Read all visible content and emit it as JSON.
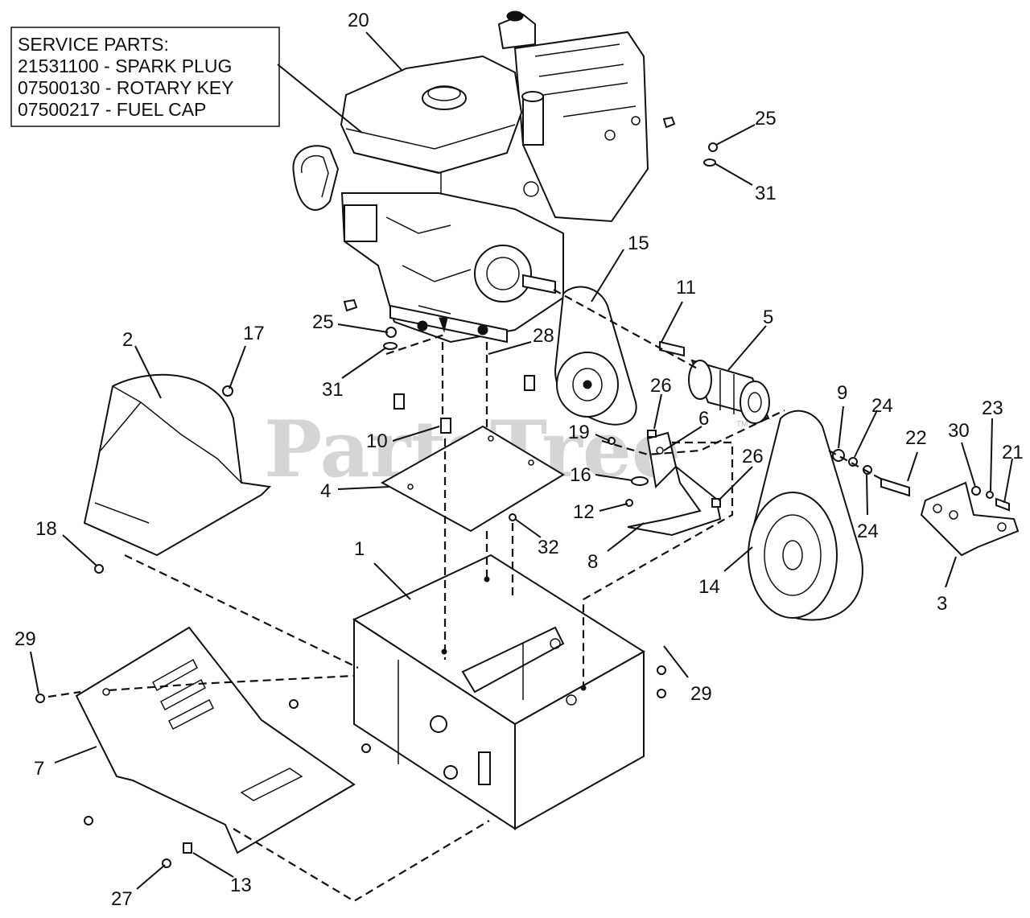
{
  "service_parts": {
    "heading": "SERVICE PARTS:",
    "items": [
      "21531100 - SPARK PLUG",
      "07500130 - ROTARY KEY",
      "07500217 - FUEL CAP"
    ]
  },
  "watermark": {
    "text": "PartsTree",
    "trademark": "TM"
  },
  "callouts": {
    "c20": "20",
    "c25a": "25",
    "c31a": "31",
    "c15": "15",
    "c11": "11",
    "c5": "5",
    "c17": "17",
    "c2": "2",
    "c25b": "25",
    "c28": "28",
    "c31b": "31",
    "c26a": "26",
    "c9": "9",
    "c24a": "24",
    "c23": "23",
    "c30": "30",
    "c22": "22",
    "c21": "21",
    "c10": "10",
    "c19": "19",
    "c6": "6",
    "c26b": "26",
    "c16": "16",
    "c4": "4",
    "c12": "12",
    "c24b": "24",
    "c32": "32",
    "c18": "18",
    "c8": "8",
    "c14": "14",
    "c1": "1",
    "c3": "3",
    "c29a": "29",
    "c29b": "29",
    "c7": "7",
    "c27": "27",
    "c13": "13"
  }
}
